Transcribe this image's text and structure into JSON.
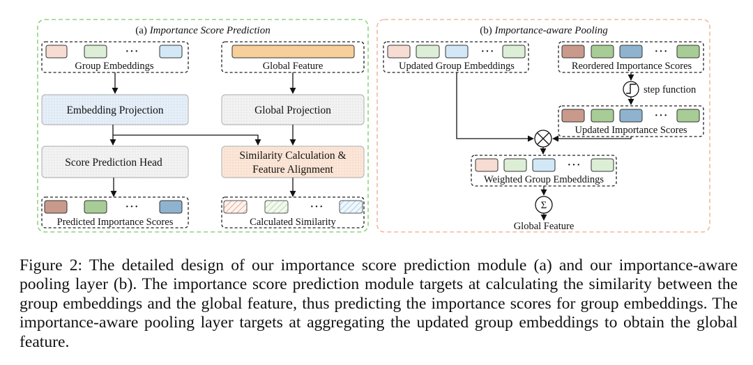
{
  "panel_a": {
    "title_prefix": "(a) ",
    "title_italic": "Importance Score Prediction",
    "group_embeddings": "Group Embeddings",
    "global_feature": "Global Feature",
    "embedding_projection": "Embedding Projection",
    "global_projection": "Global Projection",
    "score_prediction_head": "Score Prediction Head",
    "similarity_line1": "Similarity Calculation &",
    "similarity_line2": "Feature Alignment",
    "predicted_scores": "Predicted Importance Scores",
    "calculated_similarity": "Calculated Similarity"
  },
  "panel_b": {
    "title_prefix": "(b) ",
    "title_italic": "Importance-aware Pooling",
    "updated_group_embeddings": "Updated Group Embeddings",
    "reordered_scores": "Reordered Importance Scores",
    "step_function": "step function",
    "updated_scores": "Updated Importance Scores",
    "weighted_group_embeddings": "Weighted Group Embeddings",
    "sum_symbol": "Σ",
    "global_feature": "Global Feature"
  },
  "ellipsis": "···",
  "colors": {
    "panel_a_border": "#8fd47c",
    "panel_b_border": "#f2b89e",
    "red_chip": "#c99a8c",
    "green_chip": "#a7cc96",
    "blue_chip": "#8fb3cf",
    "light_red_chip": "#f7dcd3",
    "light_green_chip": "#dcefd6",
    "light_blue_chip": "#d3e8f6",
    "global_bar": "#f6cf9a"
  },
  "caption": "Figure 2: The detailed design of our importance score prediction module (a) and our importance-aware pooling layer (b). The importance score prediction module targets at calculating the similarity between the group embeddings and the global feature, thus predicting the importance scores for group embeddings. The importance-aware pooling layer targets at aggregating the updated group embeddings to obtain the global feature."
}
